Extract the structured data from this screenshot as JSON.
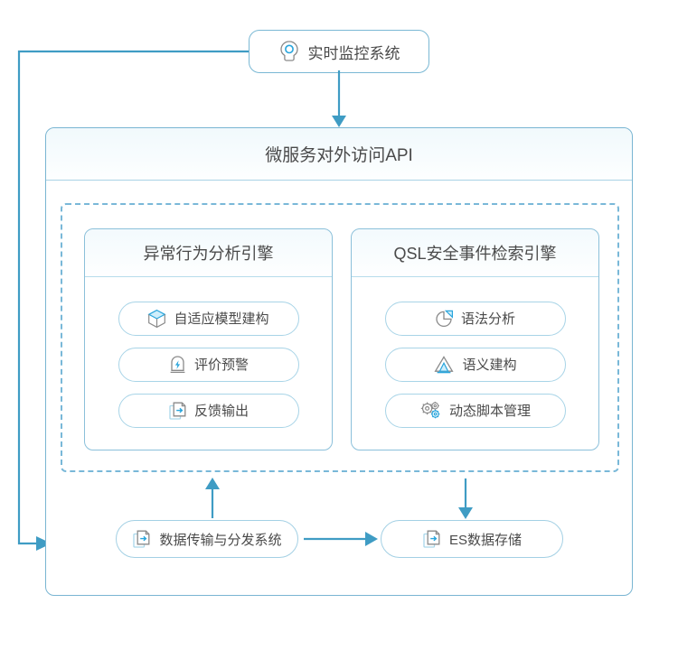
{
  "diagram": {
    "title_semantic": "microservice-security-analysis-architecture",
    "colors": {
      "arrow": "#3f9cc4",
      "border": "#8fc4dd",
      "dashed_border": "#79b8d8",
      "header_border": "#a9d3e5",
      "text": "#4a4a4a",
      "icon_accent": "#29a5dc",
      "icon_outline": "#8a8a8a",
      "background": "#ffffff"
    }
  },
  "monitor": {
    "label": "实时监控系统",
    "icon": "monitor-eye-icon"
  },
  "api_container": {
    "header_title": "微服务对外访问API"
  },
  "engines": [
    {
      "id": "anomaly",
      "title": "异常行为分析引擎",
      "items": [
        {
          "label": "自适应模型建构",
          "icon": "cube-icon"
        },
        {
          "label": "评价预警",
          "icon": "shield-bolt-icon"
        },
        {
          "label": "反馈输出",
          "icon": "document-export-icon"
        }
      ]
    },
    {
      "id": "qsl",
      "title": "QSL安全事件检索引擎",
      "items": [
        {
          "label": "语法分析",
          "icon": "pie-chart-icon"
        },
        {
          "label": "语义建构",
          "icon": "mountain-icon"
        },
        {
          "label": "动态脚本管理",
          "icon": "gears-icon"
        }
      ]
    }
  ],
  "bottom": {
    "transport": {
      "label": "数据传输与分发系统",
      "icon": "document-export-icon"
    },
    "storage": {
      "label": "ES数据存储",
      "icon": "document-export-icon"
    }
  },
  "connectors": [
    {
      "name": "monitor-to-api",
      "from": "monitor",
      "to": "api_container",
      "direction": "down"
    },
    {
      "name": "transport-to-engines",
      "from": "transport",
      "to": "engines",
      "direction": "up"
    },
    {
      "name": "engines-to-storage",
      "from": "engines",
      "to": "storage",
      "direction": "down"
    },
    {
      "name": "transport-to-storage",
      "from": "transport",
      "to": "storage",
      "direction": "right"
    },
    {
      "name": "monitor-feedback-loop",
      "from": "monitor",
      "to": "api_container",
      "direction": "left-down-right"
    }
  ]
}
